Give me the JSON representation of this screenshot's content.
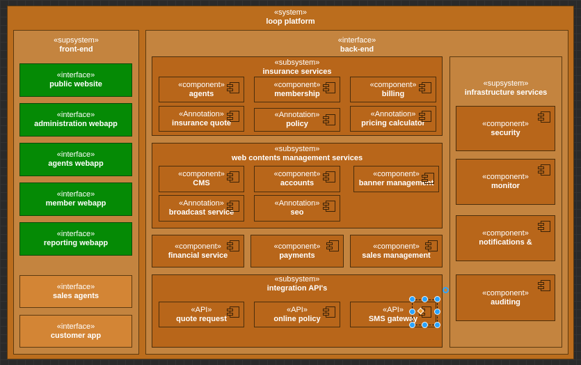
{
  "system": {
    "stereo": "«system»",
    "name": "loop platform"
  },
  "frontend": {
    "stereo": "«supsystem»",
    "name": "front-end",
    "items": [
      {
        "stereo": "«interface»",
        "name": "public website"
      },
      {
        "stereo": "«interface»",
        "name": "administration webapp"
      },
      {
        "stereo": "«interface»",
        "name": "agents webapp"
      },
      {
        "stereo": "«interface»",
        "name": "member webapp"
      },
      {
        "stereo": "«interface»",
        "name": "reporting webapp"
      },
      {
        "stereo": "«interface»",
        "name": "sales agents"
      },
      {
        "stereo": "«interface»",
        "name": "customer app"
      }
    ]
  },
  "backend": {
    "stereo": "«interface»",
    "name": "back-end",
    "insurance": {
      "stereo": "«subsystem»",
      "name": "insurance services",
      "items": [
        {
          "stereo": "«component»",
          "name": "agents"
        },
        {
          "stereo": "«component»",
          "name": "membership"
        },
        {
          "stereo": "«component»",
          "name": "billing"
        },
        {
          "stereo": "«Annotation»",
          "name": "insurance quote"
        },
        {
          "stereo": "«Annotation»",
          "name": "policy"
        },
        {
          "stereo": "«Annotation»",
          "name": "pricing calculator"
        }
      ]
    },
    "webcontents": {
      "stereo": "«subsystem»",
      "name": "web contents management services",
      "items": [
        {
          "stereo": "«component»",
          "name": "CMS"
        },
        {
          "stereo": "«component»",
          "name": "accounts"
        },
        {
          "stereo": "«component»",
          "name": "banner management"
        },
        {
          "stereo": "«Annotation»",
          "name": "broadcast service"
        },
        {
          "stereo": "«Annotation»",
          "name": "seo"
        }
      ]
    },
    "standalone": [
      {
        "stereo": "«component»",
        "name": "financial service"
      },
      {
        "stereo": "«component»",
        "name": "payments"
      },
      {
        "stereo": "«component»",
        "name": "sales management"
      }
    ],
    "integration": {
      "stereo": "«subsystem»",
      "name": "integration API's",
      "items": [
        {
          "stereo": "«API»",
          "name": "quote request"
        },
        {
          "stereo": "«API»",
          "name": "online policy"
        },
        {
          "stereo": "«API»",
          "name": "SMS gateway"
        }
      ]
    },
    "infrastructure": {
      "stereo": "«supsystem»",
      "name": "infrastructure services",
      "items": [
        {
          "stereo": "«component»",
          "name": "security"
        },
        {
          "stereo": "«component»",
          "name": "monitor"
        },
        {
          "stereo": "«component»",
          "name": "notifications &"
        },
        {
          "stereo": "«component»",
          "name": "auditing"
        }
      ]
    }
  }
}
